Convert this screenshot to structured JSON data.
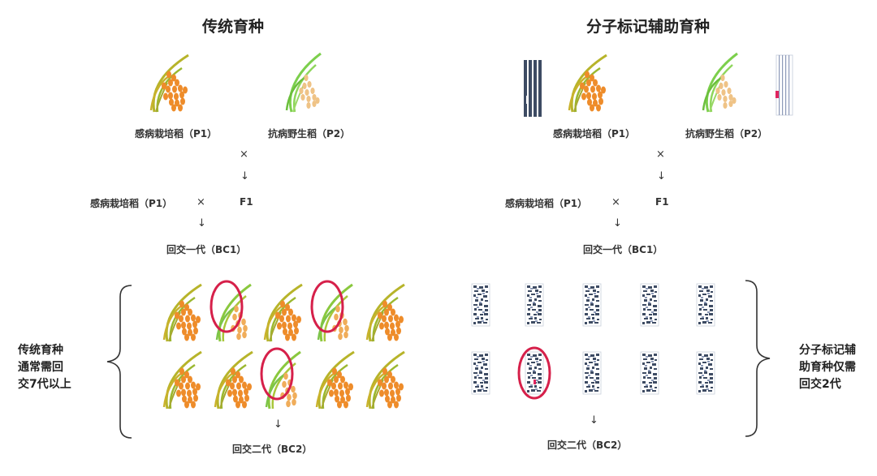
{
  "left": {
    "title": "传统育种",
    "parent1": "感病栽培稻（P1）",
    "parent2": "抗病野生稻（P2）",
    "cross": "×",
    "arrow": "↓",
    "bc_parent": "感病栽培稻（P1）",
    "bc_cross": "×",
    "f1": "F1",
    "arrow2": "↓",
    "bc1": "回交一代（BC1）",
    "arrow3": "↓",
    "bc2": "回交二代（BC2）",
    "side_note": [
      "传统育种",
      "通常需回",
      "交7代以上"
    ],
    "row1_selected": [
      false,
      true,
      false,
      true,
      false
    ],
    "row2_selected": [
      false,
      false,
      true,
      false,
      false
    ]
  },
  "right": {
    "title": "分子标记辅助育种",
    "parent1": "感病栽培稻（P1）",
    "parent2": "抗病野生稻（P2）",
    "cross": "×",
    "arrow": "↓",
    "bc_parent": "感病栽培稻（P1）",
    "bc_cross": "×",
    "f1": "F1",
    "arrow2": "↓",
    "bc1": "回交一代（BC1）",
    "arrow3": "↓",
    "bc2": "回交二代（BC2）",
    "side_note": [
      "分子标记辅",
      "助育种仅需",
      "回交2代"
    ],
    "row2_selected": [
      false,
      true,
      false,
      false,
      false
    ]
  },
  "colors": {
    "select_ring": "#d6204a",
    "marker_dark": "#3d4b63",
    "marker_light": "#8d9ab8",
    "marker_hit": "#e0245e",
    "rice_orange": "#ee8c2a",
    "rice_stem": "#9bb830",
    "rice_green": "#7ccf4c"
  }
}
